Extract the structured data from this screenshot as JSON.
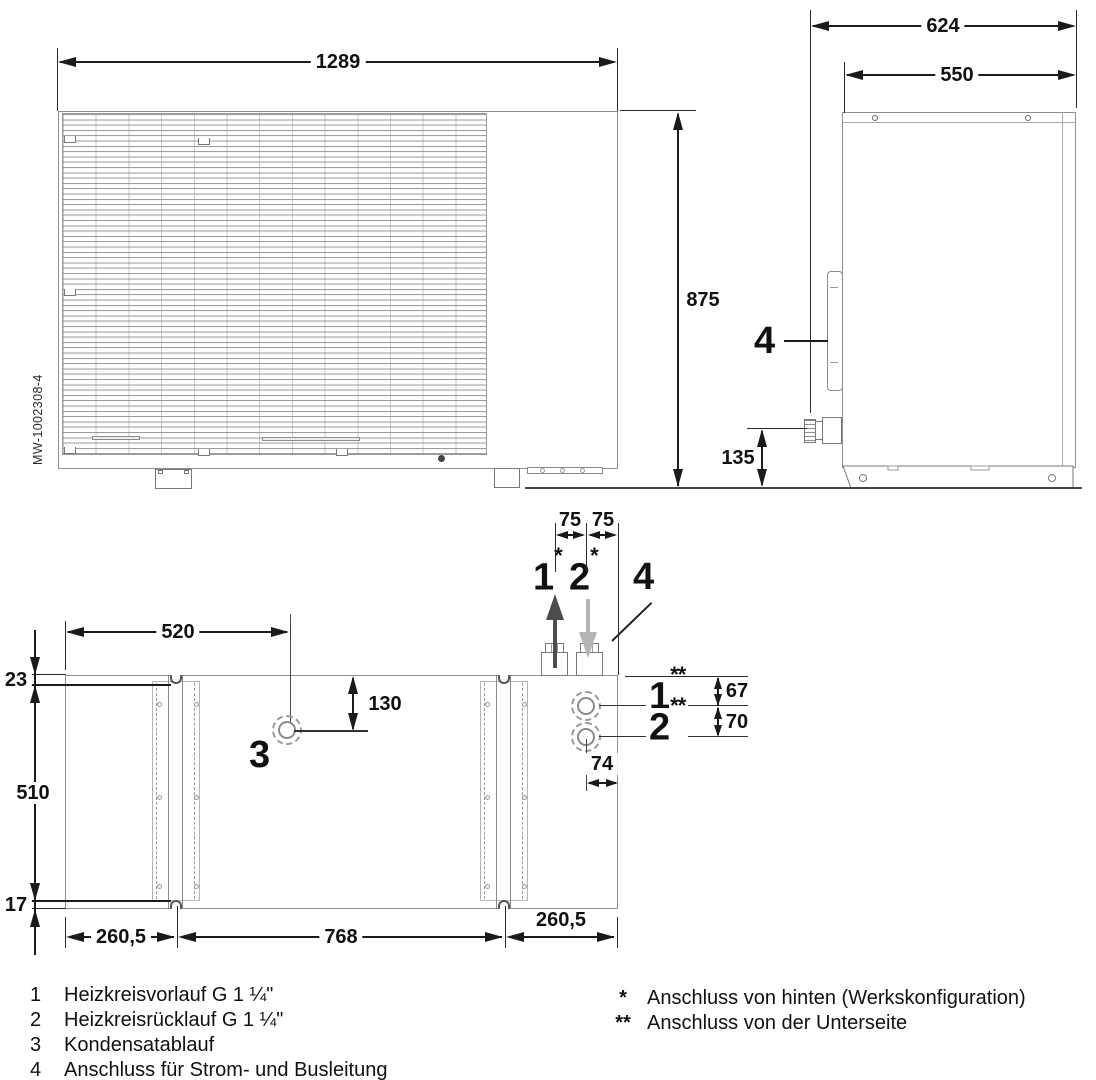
{
  "drawing": {
    "number": "MW-1002308-4"
  },
  "dims": {
    "w1289": "1289",
    "h875": "875",
    "d624": "624",
    "d550": "550",
    "d135": "135",
    "d520": "520",
    "d23": "23",
    "d510": "510",
    "d17": "17",
    "d130": "130",
    "d260l": "260,5",
    "d768": "768",
    "d260r": "260,5",
    "d75a": "75",
    "d75b": "75",
    "d67": "67",
    "d70": "70",
    "d74": "74"
  },
  "callouts": {
    "n1": "1",
    "n2": "2",
    "n3": "3",
    "n4": "4",
    "star": "*",
    "dstar": "**"
  },
  "legend": {
    "items": [
      {
        "num": "1",
        "text": "Heizkreisvorlauf G 1 ¼\""
      },
      {
        "num": "2",
        "text": "Heizkreisrücklauf G 1 ¼\""
      },
      {
        "num": "3",
        "text": "Kondensatablauf"
      },
      {
        "num": "4",
        "text": "Anschluss für Strom- und Busleitung"
      }
    ],
    "notes": [
      {
        "sym": "*",
        "text": "Anschluss von hinten (Werkskonfiguration)"
      },
      {
        "sym": "**",
        "text": "Anschluss von der Unterseite"
      }
    ]
  },
  "colors": {
    "line": "#1a1a1a",
    "outline": "#8f8f8f",
    "arrow_dark": "#4d4d4d",
    "arrow_light": "#b5b5b5"
  }
}
